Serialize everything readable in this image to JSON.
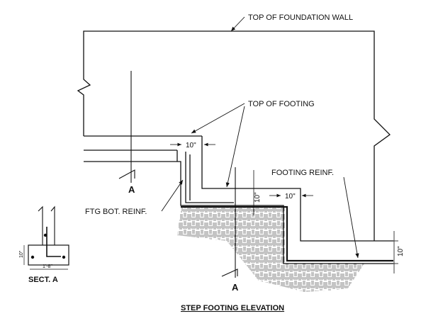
{
  "labels": {
    "top_of_foundation_wall": "TOP OF FOUNDATION WALL",
    "top_of_footing": "TOP OF FOOTING",
    "footing_reinf": "FOOTING REINF.",
    "ftg_bot_reinf": "FTG BOT. REINF.",
    "section_marker_left": "A",
    "section_marker_bottom": "A",
    "section_title": "SECT. A",
    "drawing_title": "STEP FOOTING ELEVATION"
  },
  "dimensions": {
    "step_width_upper": "10\"",
    "step_width_lower": "10\"",
    "step_height": "10\"",
    "footing_depth_right": "10\"",
    "section_height": "10\"",
    "section_width": "1'-8\""
  },
  "colors": {
    "line": "#111111",
    "hatch": "#555555",
    "background": "#ffffff"
  }
}
